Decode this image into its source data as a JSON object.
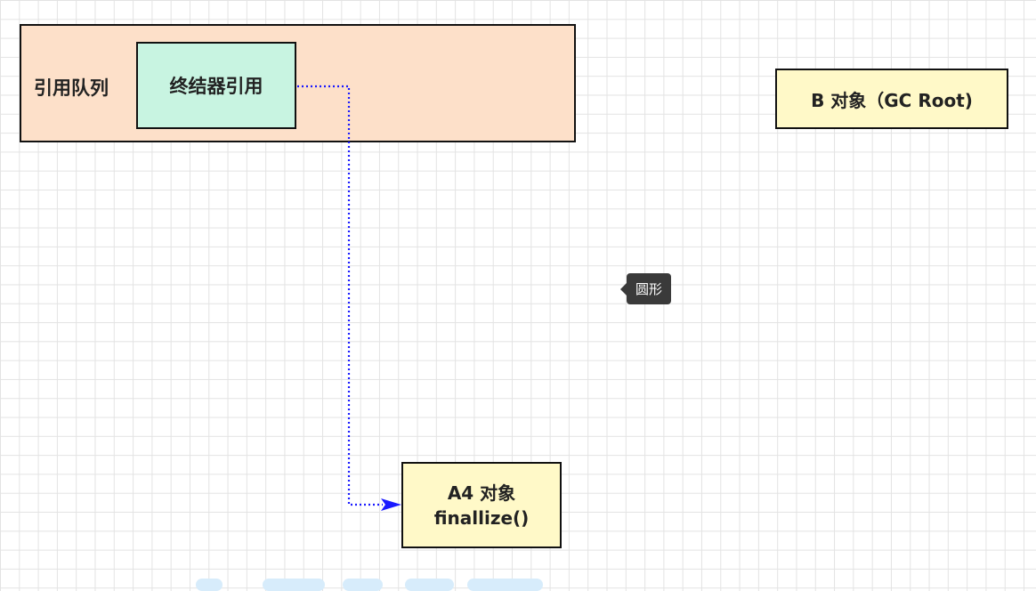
{
  "diagram": {
    "reference_queue": {
      "label": "引用队列"
    },
    "finalizer_reference": {
      "label": "终结器引用"
    },
    "b_object": {
      "label": "B 对象（GC Root)"
    },
    "a4_object": {
      "line1": "A4 对象",
      "line2": "finallize()"
    },
    "connector": {
      "style": "dotted",
      "color": "#1a1aff"
    }
  },
  "tooltip": {
    "text": "圆形"
  },
  "colors": {
    "queue_fill": "#fde0c9",
    "finalizer_fill": "#c8f4e1",
    "object_fill": "#fff9c8",
    "tooltip_bg": "#3a3a3a"
  }
}
